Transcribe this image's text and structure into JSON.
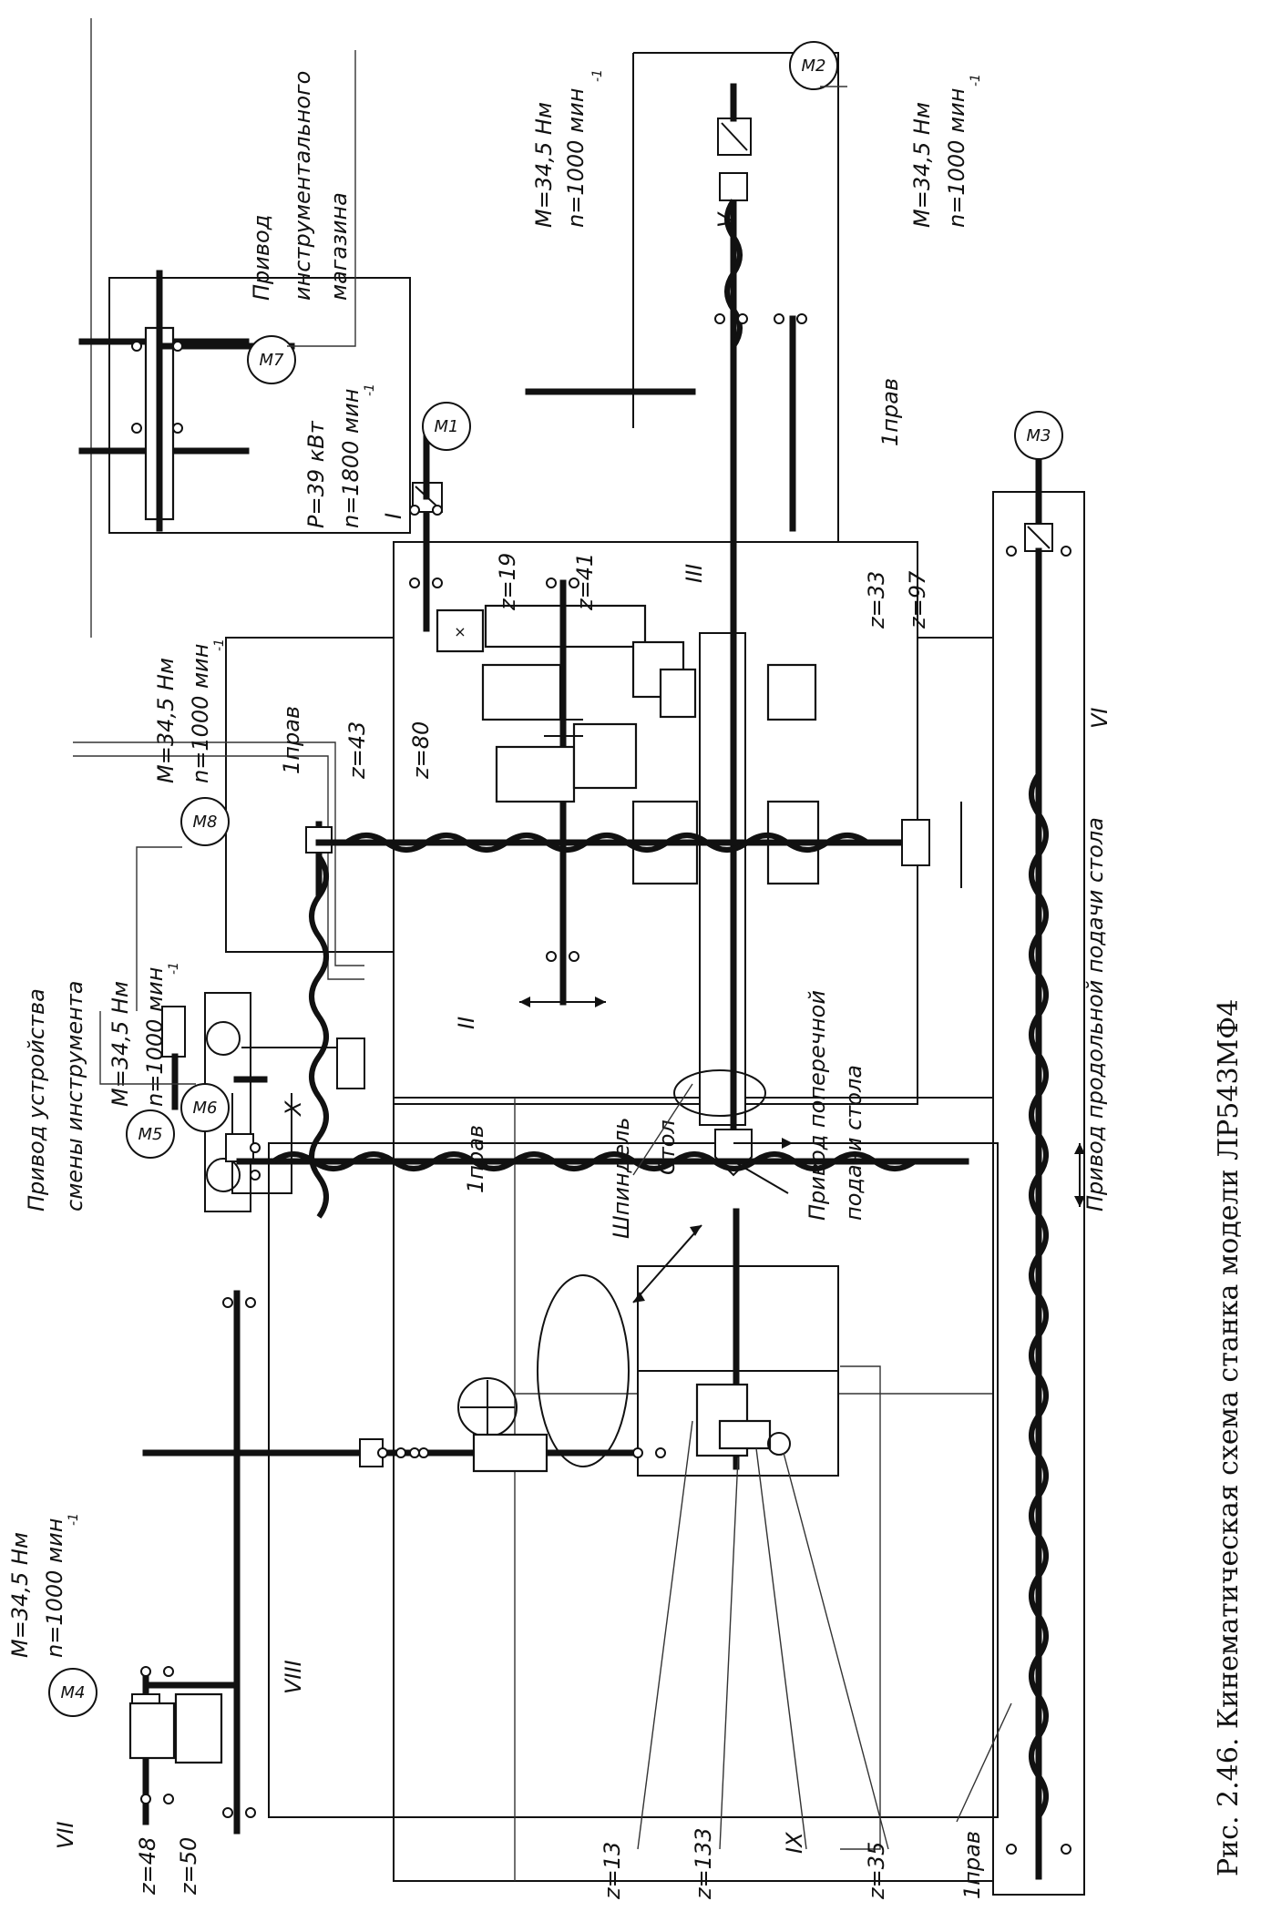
{
  "caption": "Рис. 2.46. Кинематическая  схема станка модели ЛР543МФ4",
  "drives": {
    "m1": {
      "label": "М1",
      "power": "Р=39 кВт",
      "speed": "n=1800 мин",
      "exp": "-1"
    },
    "m2": {
      "label": "М2",
      "torque": "М=34,5 Нм",
      "speed": "n=1000 мин",
      "exp": "-1"
    },
    "m3": {
      "label": "М3",
      "torque": "М=34,5 Нм",
      "speed": "n=1000 мин",
      "exp": "-1"
    },
    "m4": {
      "label": "М4",
      "torque": "М=34,5 Нм",
      "speed": "n=1000 мин",
      "exp": "-1"
    },
    "m5": {
      "label": "М5",
      "torque": "М=34,5 Нм",
      "speed": "n=1000 мин",
      "exp": "-1"
    },
    "m6": {
      "label": "М6"
    },
    "m7": {
      "label": "М7"
    },
    "m8": {
      "label": "М8",
      "torque": "М=34,5 Нм",
      "speed": "n=1000 мин",
      "exp": "-1"
    }
  },
  "notes": {
    "magazine_1": "Привод",
    "magazine_2": "инструментального",
    "magazine_3": "магазина",
    "changer_1": "Привод  устройства",
    "changer_2": "смены  инструмента",
    "spindle": "Шпиндель",
    "table": "Стол",
    "cross_feed_1": "Привод поперечной",
    "cross_feed_2": "подачи стола",
    "long_feed": "Привод продольной подачи стола"
  },
  "shafts": {
    "I": "I",
    "II": "II",
    "III": "III",
    "V": "V",
    "VI": "VI",
    "VII": "VII",
    "VIII": "VIII",
    "IX": "IX",
    "X": "X"
  },
  "gears": {
    "z19": "z=19",
    "z41": "z=41",
    "z33": "z=33",
    "z97": "z=97",
    "z43": "z=43",
    "z80": "z=80",
    "z48": "z=48",
    "z50": "z=50",
    "z13": "z=13",
    "z133": "z=133",
    "z35": "z=35"
  },
  "threads": {
    "t_m2": "1прав",
    "t_m8": "1прав",
    "t_m5": "1прав",
    "t_long": "1прав"
  }
}
